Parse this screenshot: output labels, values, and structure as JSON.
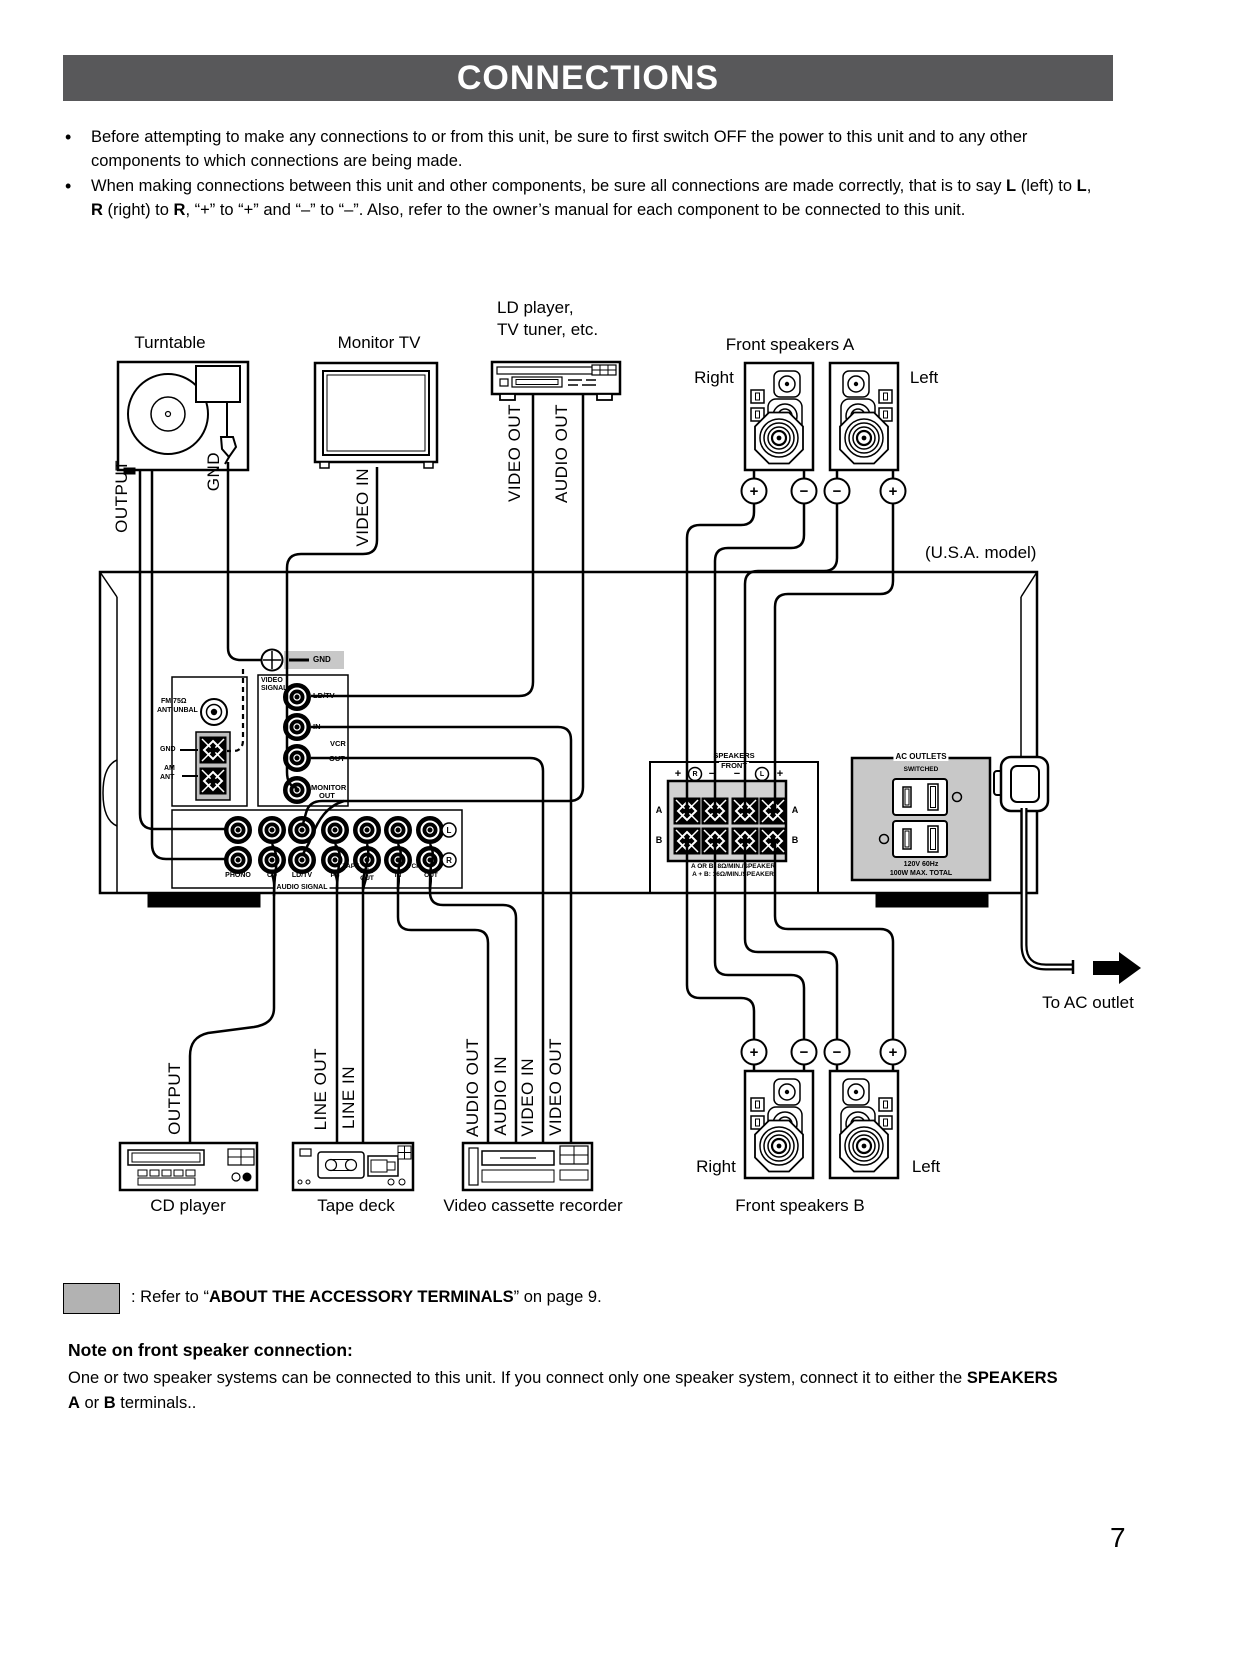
{
  "header": {
    "title": "CONNECTIONS"
  },
  "bullets": {
    "glyph": "•",
    "b1": "Before attempting to make any connections to or from this unit, be sure to first switch OFF the power to this unit and to any other components to which connections are being made.",
    "b2a": "When making connections between this unit and other components, be sure all connections are made correctly, that is to say ",
    "b2_l1": "L",
    "b2b": " (left) to ",
    "b2_l2": "L",
    "b2c": ", ",
    "b2_r1": "R",
    "b2d": " (right) to ",
    "b2_r2": "R",
    "b2e": ", “+” to “+” and “–” to “–”.  Also, refer to the owner’s manual for each component to be connected to this unit."
  },
  "diagram": {
    "usa_model": "(U.S.A. model)",
    "captions": {
      "turntable": "Turntable",
      "monitor_tv": "Monitor TV",
      "ld_line1": "LD player,",
      "ld_line2": "TV tuner, etc.",
      "front_speakers_a": "Front speakers A",
      "front_speakers_b": "Front speakers B",
      "cd_player": "CD player",
      "tape_deck": "Tape deck",
      "vcr": "Video cassette recorder"
    },
    "speaker_labels": {
      "a_right": "Right",
      "a_left": "Left",
      "b_right": "Right",
      "b_left": "Left"
    },
    "polarity": [
      "+",
      "−",
      "−",
      "+"
    ],
    "cables": {
      "tt_output": "OUTPUT",
      "tt_gnd": "GND",
      "tv_video_in": "VIDEO IN",
      "ld_video_out": "VIDEO OUT",
      "ld_audio_out": "AUDIO OUT",
      "cd_output": "OUTPUT",
      "tape_line_out": "LINE OUT",
      "tape_line_in": "LINE IN",
      "vcr_audio_out": "AUDIO OUT",
      "vcr_audio_in": "AUDIO IN",
      "vcr_video_in": "VIDEO IN",
      "vcr_video_out": "VIDEO OUT"
    },
    "to_ac_outlet": "To AC outlet",
    "panel": {
      "gnd_screw": "GND",
      "fm1": "FM 75Ω",
      "fm2": "ANT UNBAL",
      "gnd_term": "GND",
      "am1": "AM",
      "am2": "ANT",
      "vs1": "VIDEO",
      "vs2": "SIGNAL",
      "j_ldtv": "LD/TV",
      "j_vcr": "VCR",
      "j_in": "IN",
      "j_out": "OUT",
      "j_mon1": "MONITOR",
      "j_mon2": "OUT",
      "a_phono": "PHONO",
      "a_cd": "CD",
      "a_ldtv": "LD/TV",
      "a_tape": "TAPE",
      "a_pb": "PB",
      "a_rec1": "REC",
      "a_rec2": "OUT",
      "a_vcr": "VCR",
      "a_in": "IN",
      "a_out": "OUT",
      "audio_signal": "AUDIO SIGNAL",
      "l": "L",
      "r": "R",
      "sp1": "SPEAKERS",
      "sp2": "FRONT",
      "sp_plus1": "+",
      "sp_r": "R",
      "sp_minus1": "−",
      "sp_minus2": "−",
      "sp_l": "L",
      "sp_plus2": "+",
      "row_a": "A",
      "row_b": "B",
      "imp1": "A OR B: 8Ω/MIN./SPEAKER",
      "imp2": "A + B: 16Ω/MIN./SPEAKER",
      "ac": "AC OUTLETS",
      "switched": "SWITCHED",
      "rating1": "120V 60Hz",
      "rating2": "100W MAX. TOTAL"
    }
  },
  "accessory": {
    "prefix": ": Refer to “",
    "bold": "ABOUT THE ACCESSORY TERMINALS",
    "suffix": "” on page 9."
  },
  "note": {
    "heading": "Note on front speaker connection:",
    "b1": "One or two speaker systems can be connected to this unit.  If you connect only one speaker system, connect it to either the ",
    "bold1": "SPEAKERS A",
    "b2": " or ",
    "bold2": "B",
    "b3": " terminals.."
  },
  "page_number": "7"
}
